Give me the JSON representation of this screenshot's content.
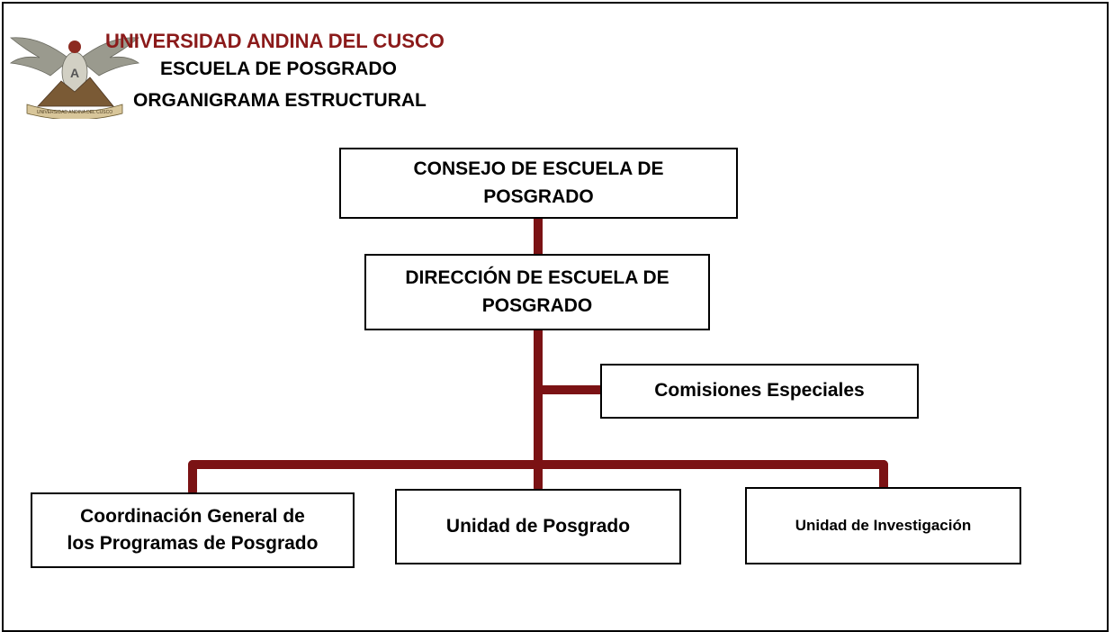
{
  "header": {
    "university": "UNIVERSIDAD ANDINA DEL CUSCO",
    "school": "ESCUELA DE POSGRADO",
    "chart_title": "ORGANIGRAMA ESTRUCTURAL",
    "logo_text": "UNIVERSIDAD ANDINA DEL CUSCO",
    "logo_letter": "A"
  },
  "org": {
    "council": {
      "line1": "CONSEJO DE ESCUELA DE",
      "line2": "POSGRADO"
    },
    "direction": {
      "line1": "DIRECCIÓN DE ESCUELA DE",
      "line2": "POSGRADO"
    },
    "commissions": "Comisiones Especiales",
    "coordination": {
      "line1": "Coordinación General de",
      "line2": "los Programas de Posgrado"
    },
    "postgraduate_unit": "Unidad de Posgrado",
    "research_unit": "Unidad de Investigación"
  },
  "colors": {
    "connector": "#7b1214",
    "title_red": "#8b1a1a",
    "border": "#000000"
  }
}
